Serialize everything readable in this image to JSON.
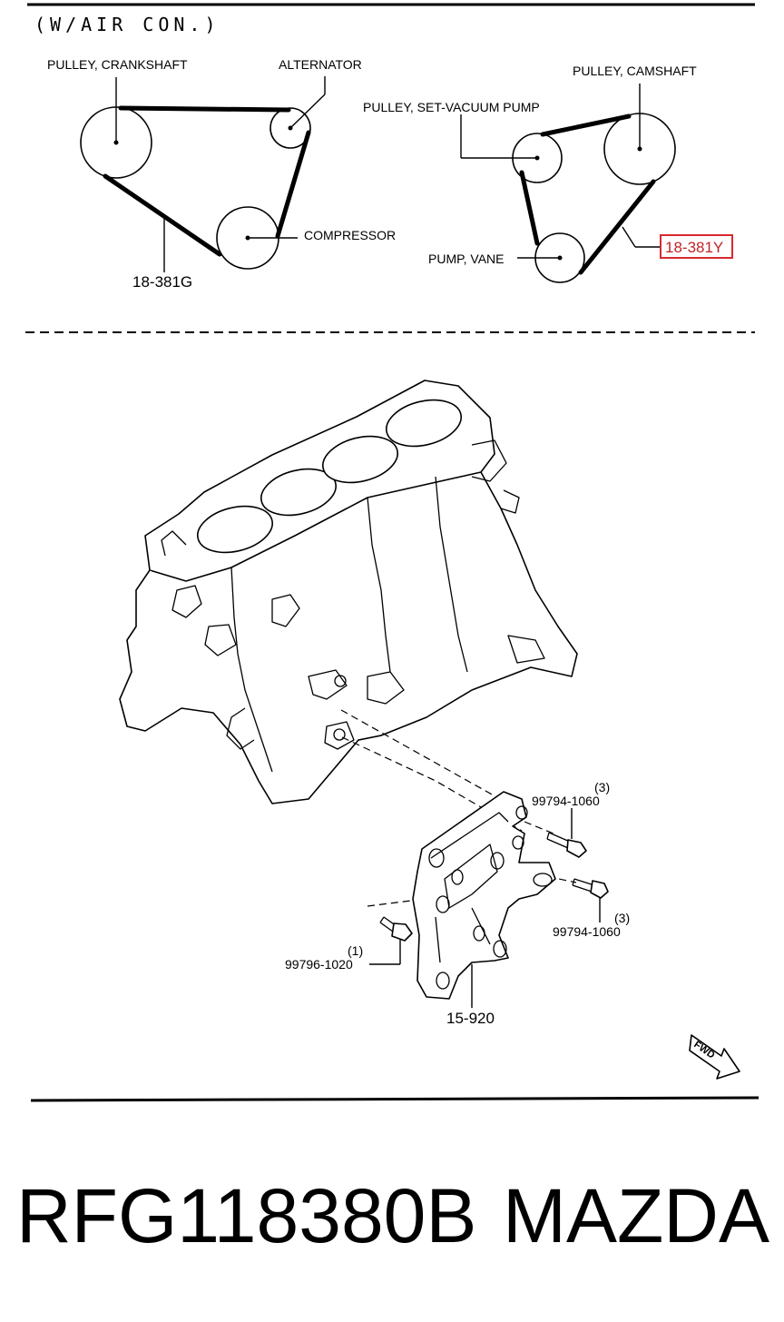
{
  "header": {
    "title": "(W/AIR  CON.)"
  },
  "belts": {
    "left": {
      "crankshaft_label": "PULLEY, CRANKSHAFT",
      "alternator_label": "ALTERNATOR",
      "compressor_label": "COMPRESSOR",
      "part_number": "18-381G"
    },
    "right": {
      "camshaft_label": "PULLEY, CAMSHAFT",
      "vacuum_pump_label": "PULLEY, SET-VACUUM  PUMP",
      "vane_pump_label": "PUMP, VANE",
      "part_number": "18-381Y",
      "highlight_color": "#d9282f"
    }
  },
  "bracket": {
    "bolt_top": {
      "qty": "(3)",
      "part_number": "99794-1060"
    },
    "bolt_right": {
      "qty": "(3)",
      "part_number": "99794-1060"
    },
    "bolt_left": {
      "qty": "(1)",
      "part_number": "99796-1020"
    },
    "bracket_part_number": "15-920",
    "fwd_label": "FWD"
  },
  "caption": {
    "part_number": "RFG118380B",
    "brand": "MAZDA"
  }
}
